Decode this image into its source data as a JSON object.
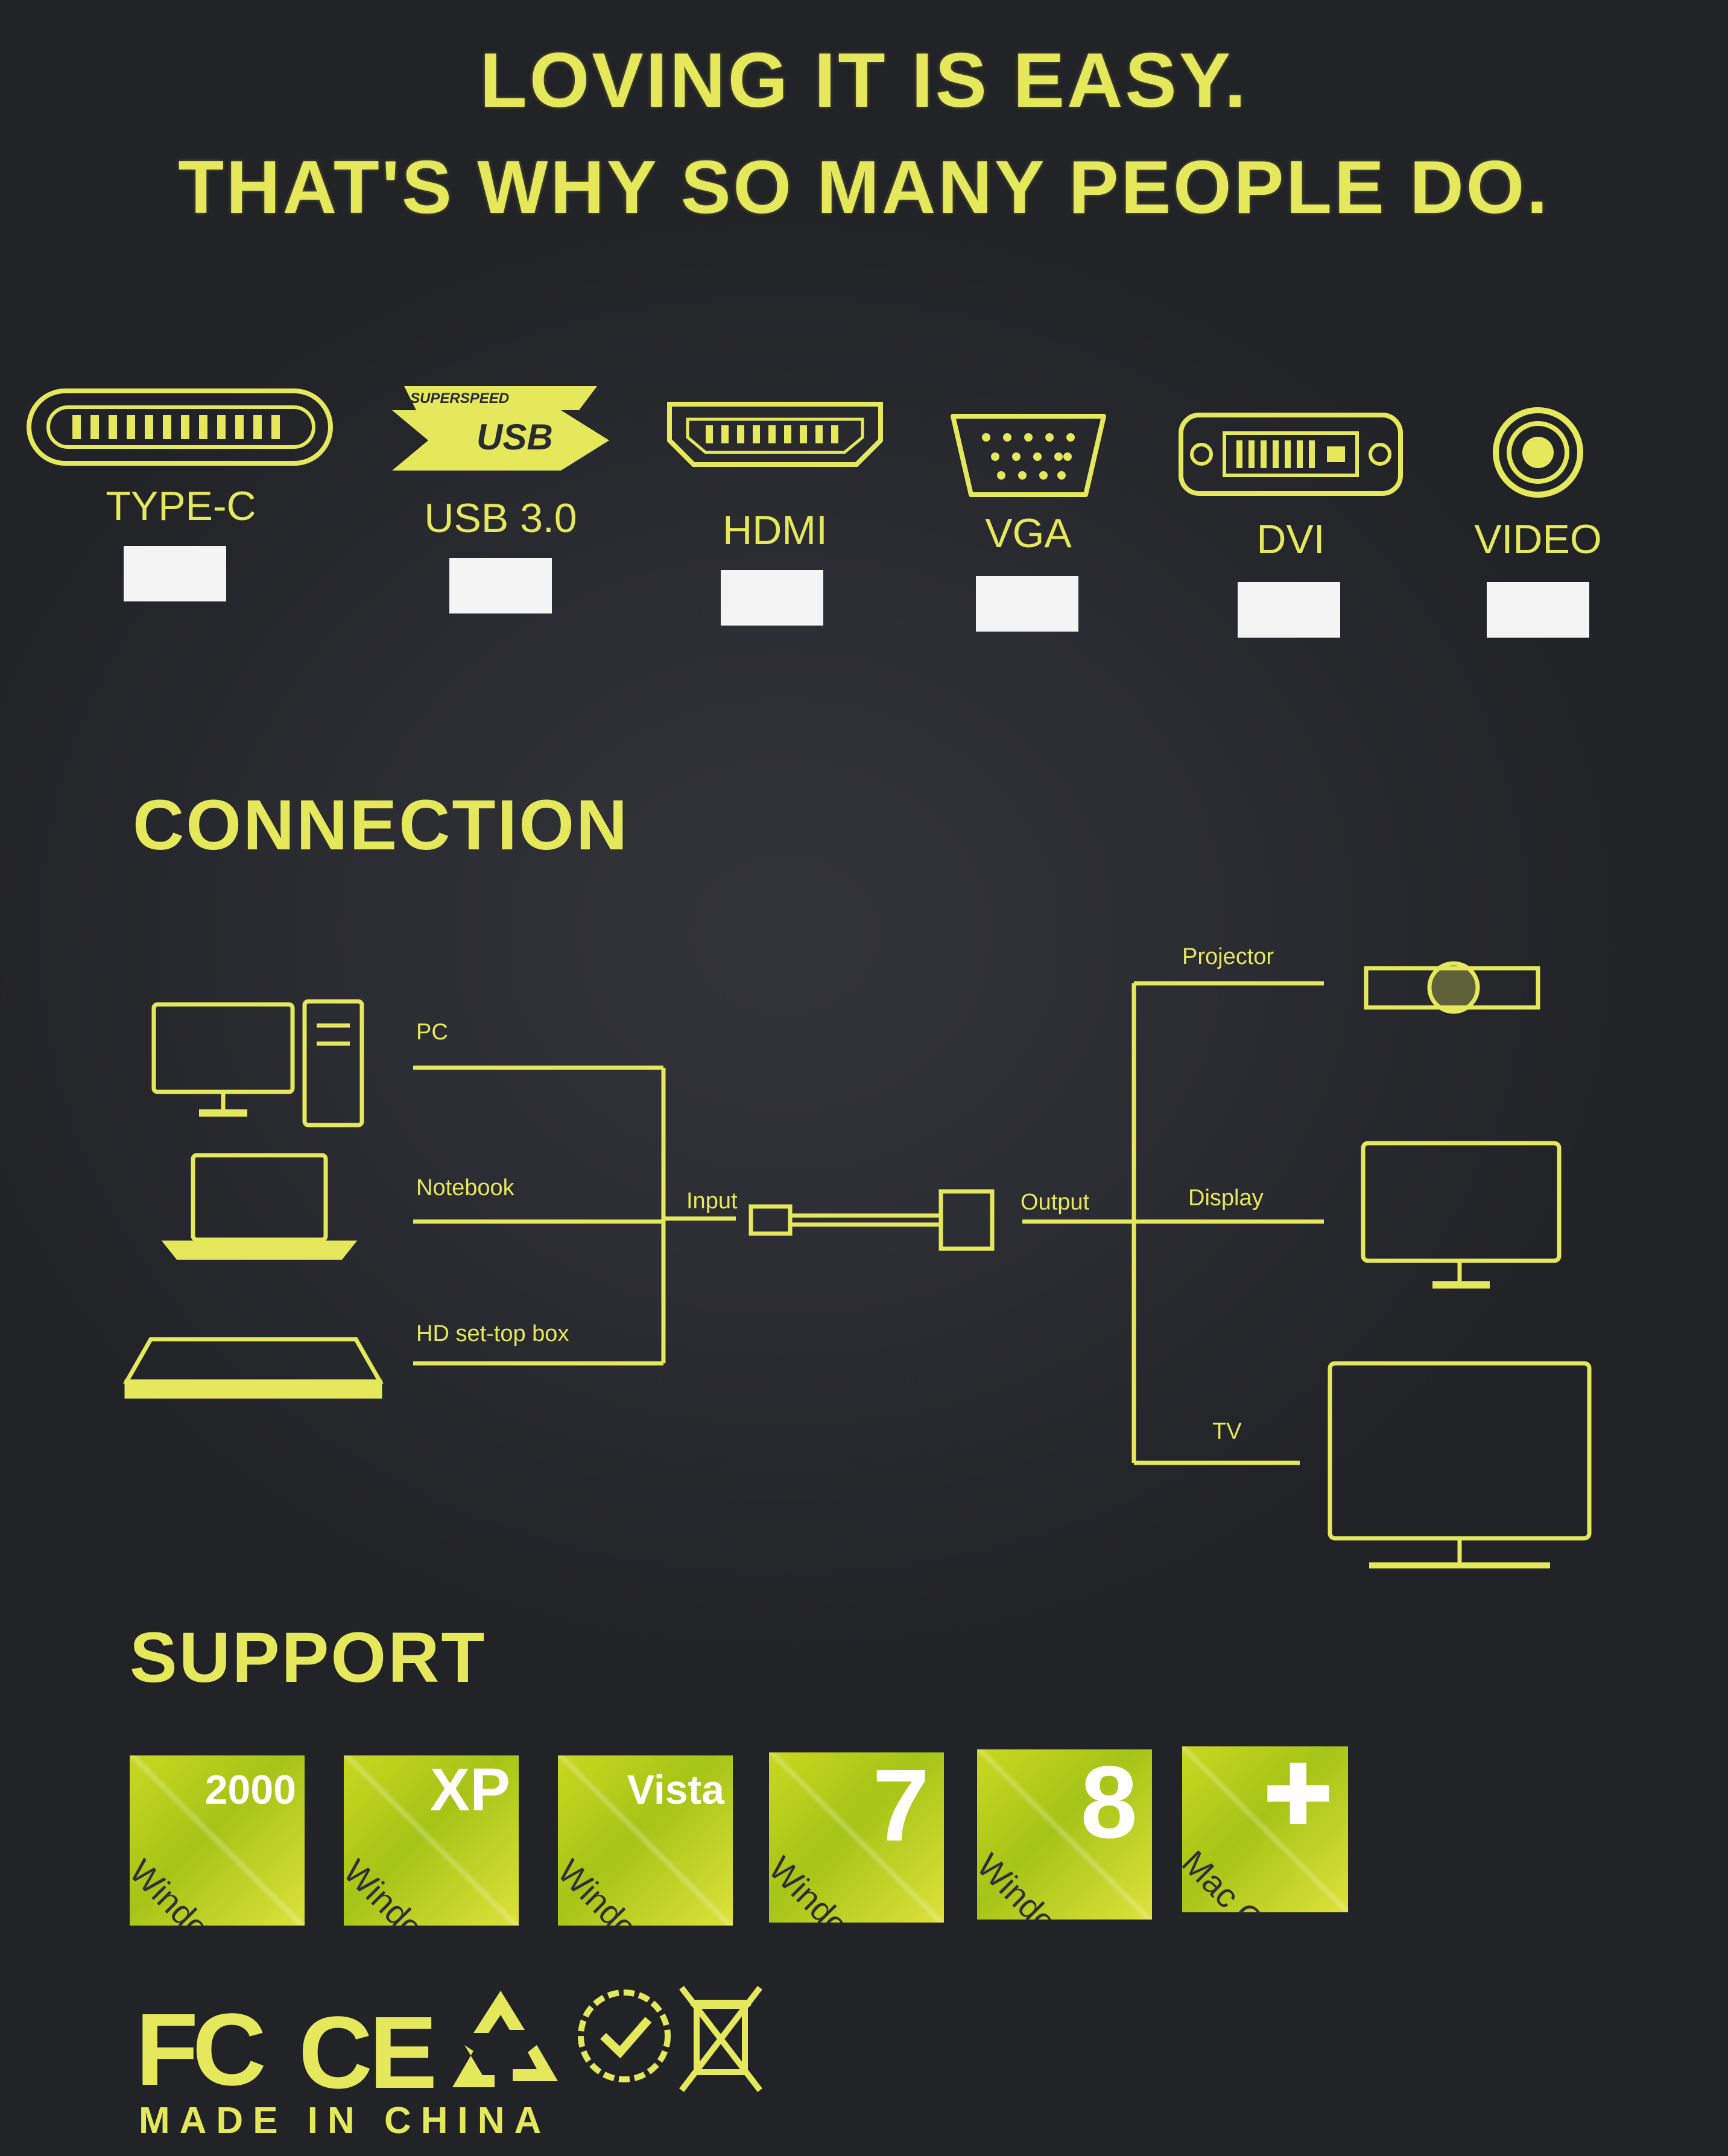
{
  "headline": {
    "line1": "LOVING IT IS EASY.",
    "line2": "THAT'S WHY SO MANY PEOPLE DO."
  },
  "ports": [
    {
      "label": "TYPE-C",
      "icon": "type-c-icon"
    },
    {
      "label": "USB 3.0",
      "icon": "usb-3-icon",
      "badge": "USB",
      "badge_top": "SUPERSPEED"
    },
    {
      "label": "HDMI",
      "icon": "hdmi-icon"
    },
    {
      "label": "VGA",
      "icon": "vga-icon"
    },
    {
      "label": "DVI",
      "icon": "dvi-icon"
    },
    {
      "label": "VIDEO",
      "icon": "video-icon"
    }
  ],
  "connection": {
    "title": "CONNECTION",
    "inputs": [
      "PC",
      "Notebook",
      "HD set-top box"
    ],
    "input_label": "Input",
    "output_label": "Output",
    "outputs": [
      "Projector",
      "Display",
      "TV"
    ]
  },
  "support": {
    "title": "SUPPORT",
    "os": [
      {
        "version": "2000",
        "name": "Windows"
      },
      {
        "version": "XP",
        "name": "Windows"
      },
      {
        "version": "Vista",
        "name": "Windows"
      },
      {
        "version": "7",
        "name": "Windows"
      },
      {
        "version": "8",
        "name": "Windows"
      },
      {
        "version": "✚",
        "name": "Mac OS"
      }
    ]
  },
  "certifications": {
    "fcc": "FC",
    "ce": "CE",
    "footer": "MADE IN CHINA"
  },
  "colors": {
    "accent": "#e4e85a",
    "background": "#2a2b30",
    "tile": "#b8cf1c"
  }
}
